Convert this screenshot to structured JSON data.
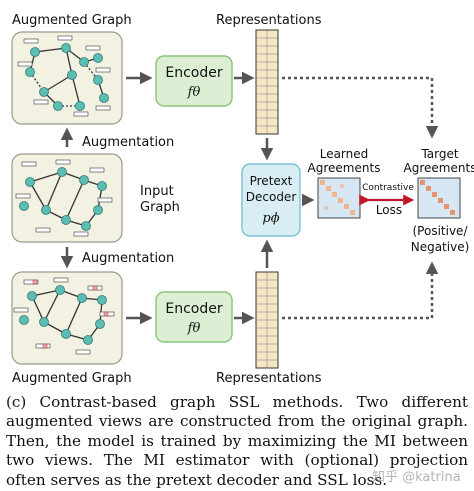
{
  "labels": {
    "aug_graph_top": "Augmented Graph",
    "aug_graph_bottom": "Augmented Graph",
    "representations_top": "Representations",
    "representations_bottom": "Representations",
    "augmentation_top": "Augmentation",
    "augmentation_bottom": "Augmentation",
    "input_graph_1": "Input",
    "input_graph_2": "Graph",
    "encoder_top": "Encoder",
    "encoder_top_fn": "fθ",
    "encoder_bottom": "Encoder",
    "encoder_bottom_fn": "fθ",
    "pretext_1": "Pretext",
    "pretext_2": "Decoder",
    "pretext_fn": "pϕ",
    "learned_1": "Learned",
    "learned_2": "Agreements",
    "target_1": "Target",
    "target_2": "Agreements",
    "contrastive": "Contrastive",
    "loss": "Loss",
    "posneg_1": "(Positive/",
    "posneg_2": "Negative)"
  },
  "caption": "(c) Contrast-based graph SSL methods. Two different augmented views are constructed from the original graph. Then, the model is trained by maximizing the MI between two views. The MI estimator with (optional) projection often serves as the pretext decoder and SSL loss.",
  "watermark": "知乎 @katrina",
  "colors": {
    "node": "#5bbdb4",
    "graph_panel": "#f3f1e2",
    "encoder_fill": "#dcefd4",
    "encoder_stroke": "#8cc47a",
    "decoder_fill": "#d9eef4",
    "decoder_stroke": "#7cc0d6",
    "rep_cell": "#f6e7c4",
    "loss_arrow": "#c0182a",
    "arrow": "#555555"
  }
}
